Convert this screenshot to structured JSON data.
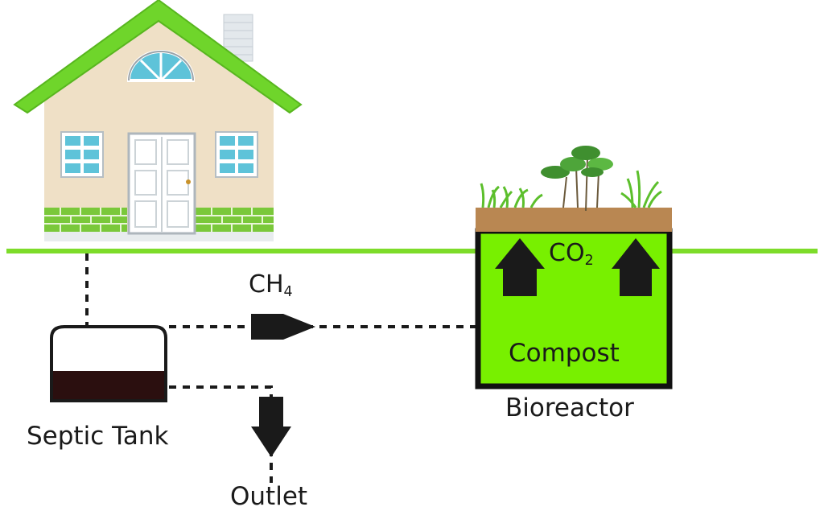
{
  "labels": {
    "ch4": {
      "base": "CH",
      "sub": "4"
    },
    "co2": {
      "base": "CO",
      "sub": "2"
    },
    "compost": "Compost",
    "bioreactor": "Bioreactor",
    "septic_tank": "Septic Tank",
    "outlet": "Outlet"
  },
  "colors": {
    "ground_line": "#7ddc2a",
    "roof": "#6fd52b",
    "wall": "#efe0c6",
    "brick": "#7ac83a",
    "window_glass": "#5ec3d9",
    "door": "#ffffff",
    "compost_fill": "#78f000",
    "soil": "#b98752",
    "tank_sludge": "#2b0f0f",
    "arrow": "#1a1a1a",
    "pipe": "#1a1a1a"
  },
  "icons": [
    "house-icon",
    "chimney-icon",
    "door-icon",
    "window-icon",
    "plants-icon",
    "tree-icon",
    "grass-icon",
    "arrow-right-icon",
    "arrow-up-icon",
    "arrow-down-icon"
  ]
}
